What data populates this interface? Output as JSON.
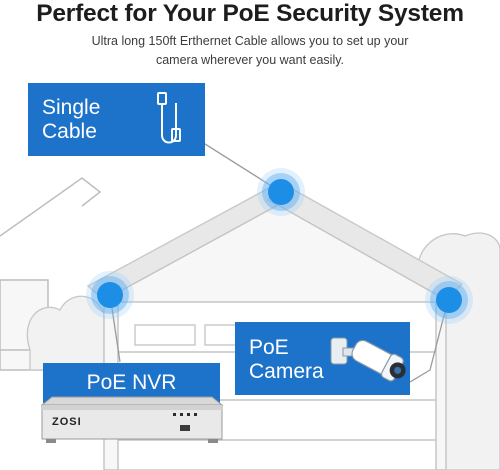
{
  "headline": "Perfect for Your PoE Security System",
  "subtitle": "Ultra long 150ft Erthernet Cable allows you to set up your camera wherever you want easily.",
  "panels": {
    "single_cable": {
      "line1": "Single",
      "line2": "Cable"
    },
    "poe_camera": {
      "line1": "PoE",
      "line2": "Camera"
    },
    "poe_nvr": {
      "label": "PoE NVR"
    }
  },
  "device": {
    "brand": "ZOSI"
  },
  "icons": [
    "ethernet-cable-icon",
    "bullet-camera-icon",
    "nvr-recorder-icon"
  ],
  "colors": {
    "panel_blue": "#1d73c9",
    "node_blue": "#1c8ee6",
    "house_line": "#bdbdbd",
    "roof_fill": "#e6e6e6"
  }
}
